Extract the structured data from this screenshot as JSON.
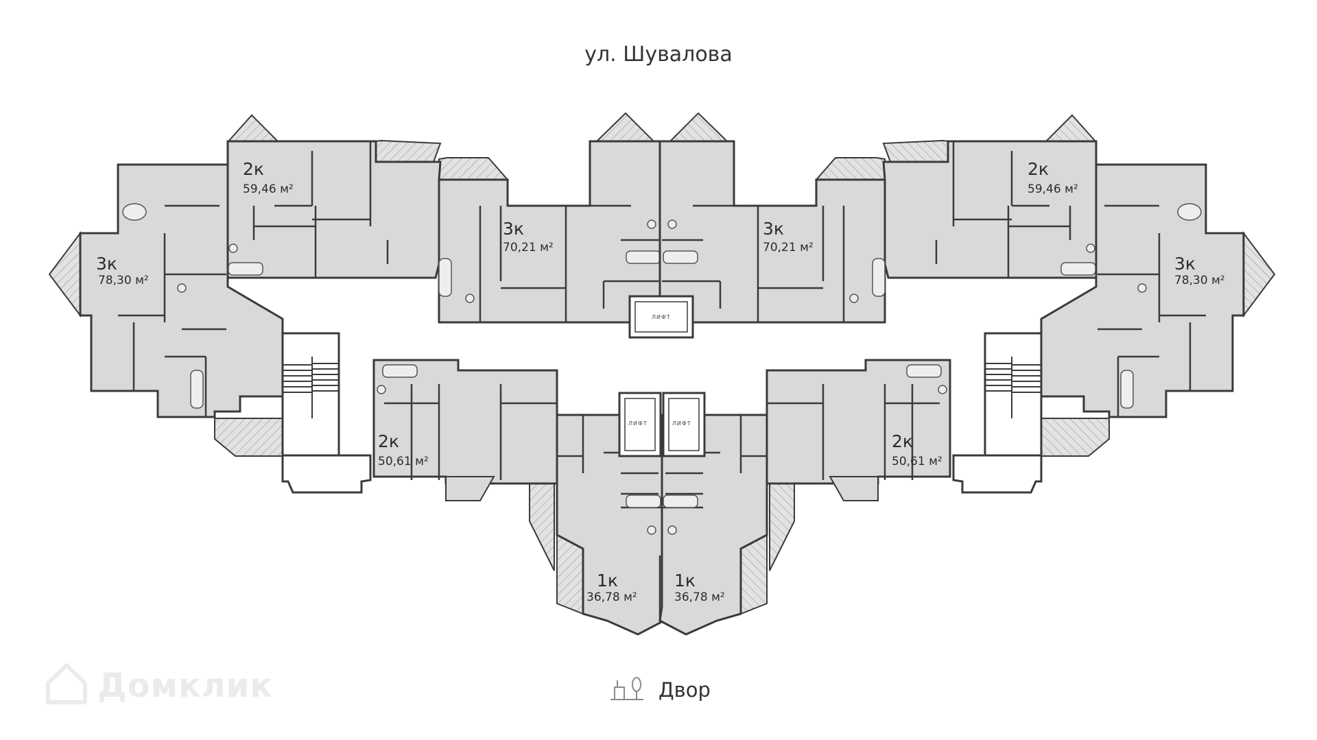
{
  "street": "ул. Шувалова",
  "yard": {
    "label": "Двор",
    "icon": "playground-icon"
  },
  "watermark": {
    "text": "Домклик",
    "icon": "house-logo-icon"
  },
  "lift_label": "ЛИФТ",
  "apartments": [
    {
      "type": "3к",
      "area": "78,30 м²"
    },
    {
      "type": "2к",
      "area": "59,46 м²"
    },
    {
      "type": "3к",
      "area": "70,21 м²"
    },
    {
      "type": "3к",
      "area": "70,21 м²"
    },
    {
      "type": "2к",
      "area": "59,46 м²"
    },
    {
      "type": "3к",
      "area": "78,30 м²"
    },
    {
      "type": "2к",
      "area": "50,61 м²"
    },
    {
      "type": "1к",
      "area": "36,78 м²"
    },
    {
      "type": "1к",
      "area": "36,78 м²"
    },
    {
      "type": "2к",
      "area": "50,61 м²"
    }
  ],
  "colors": {
    "room_fill": "#d9d9d9",
    "wall": "#3a3a3a",
    "corridor": "#ffffff",
    "text": "#2b2b2b"
  }
}
